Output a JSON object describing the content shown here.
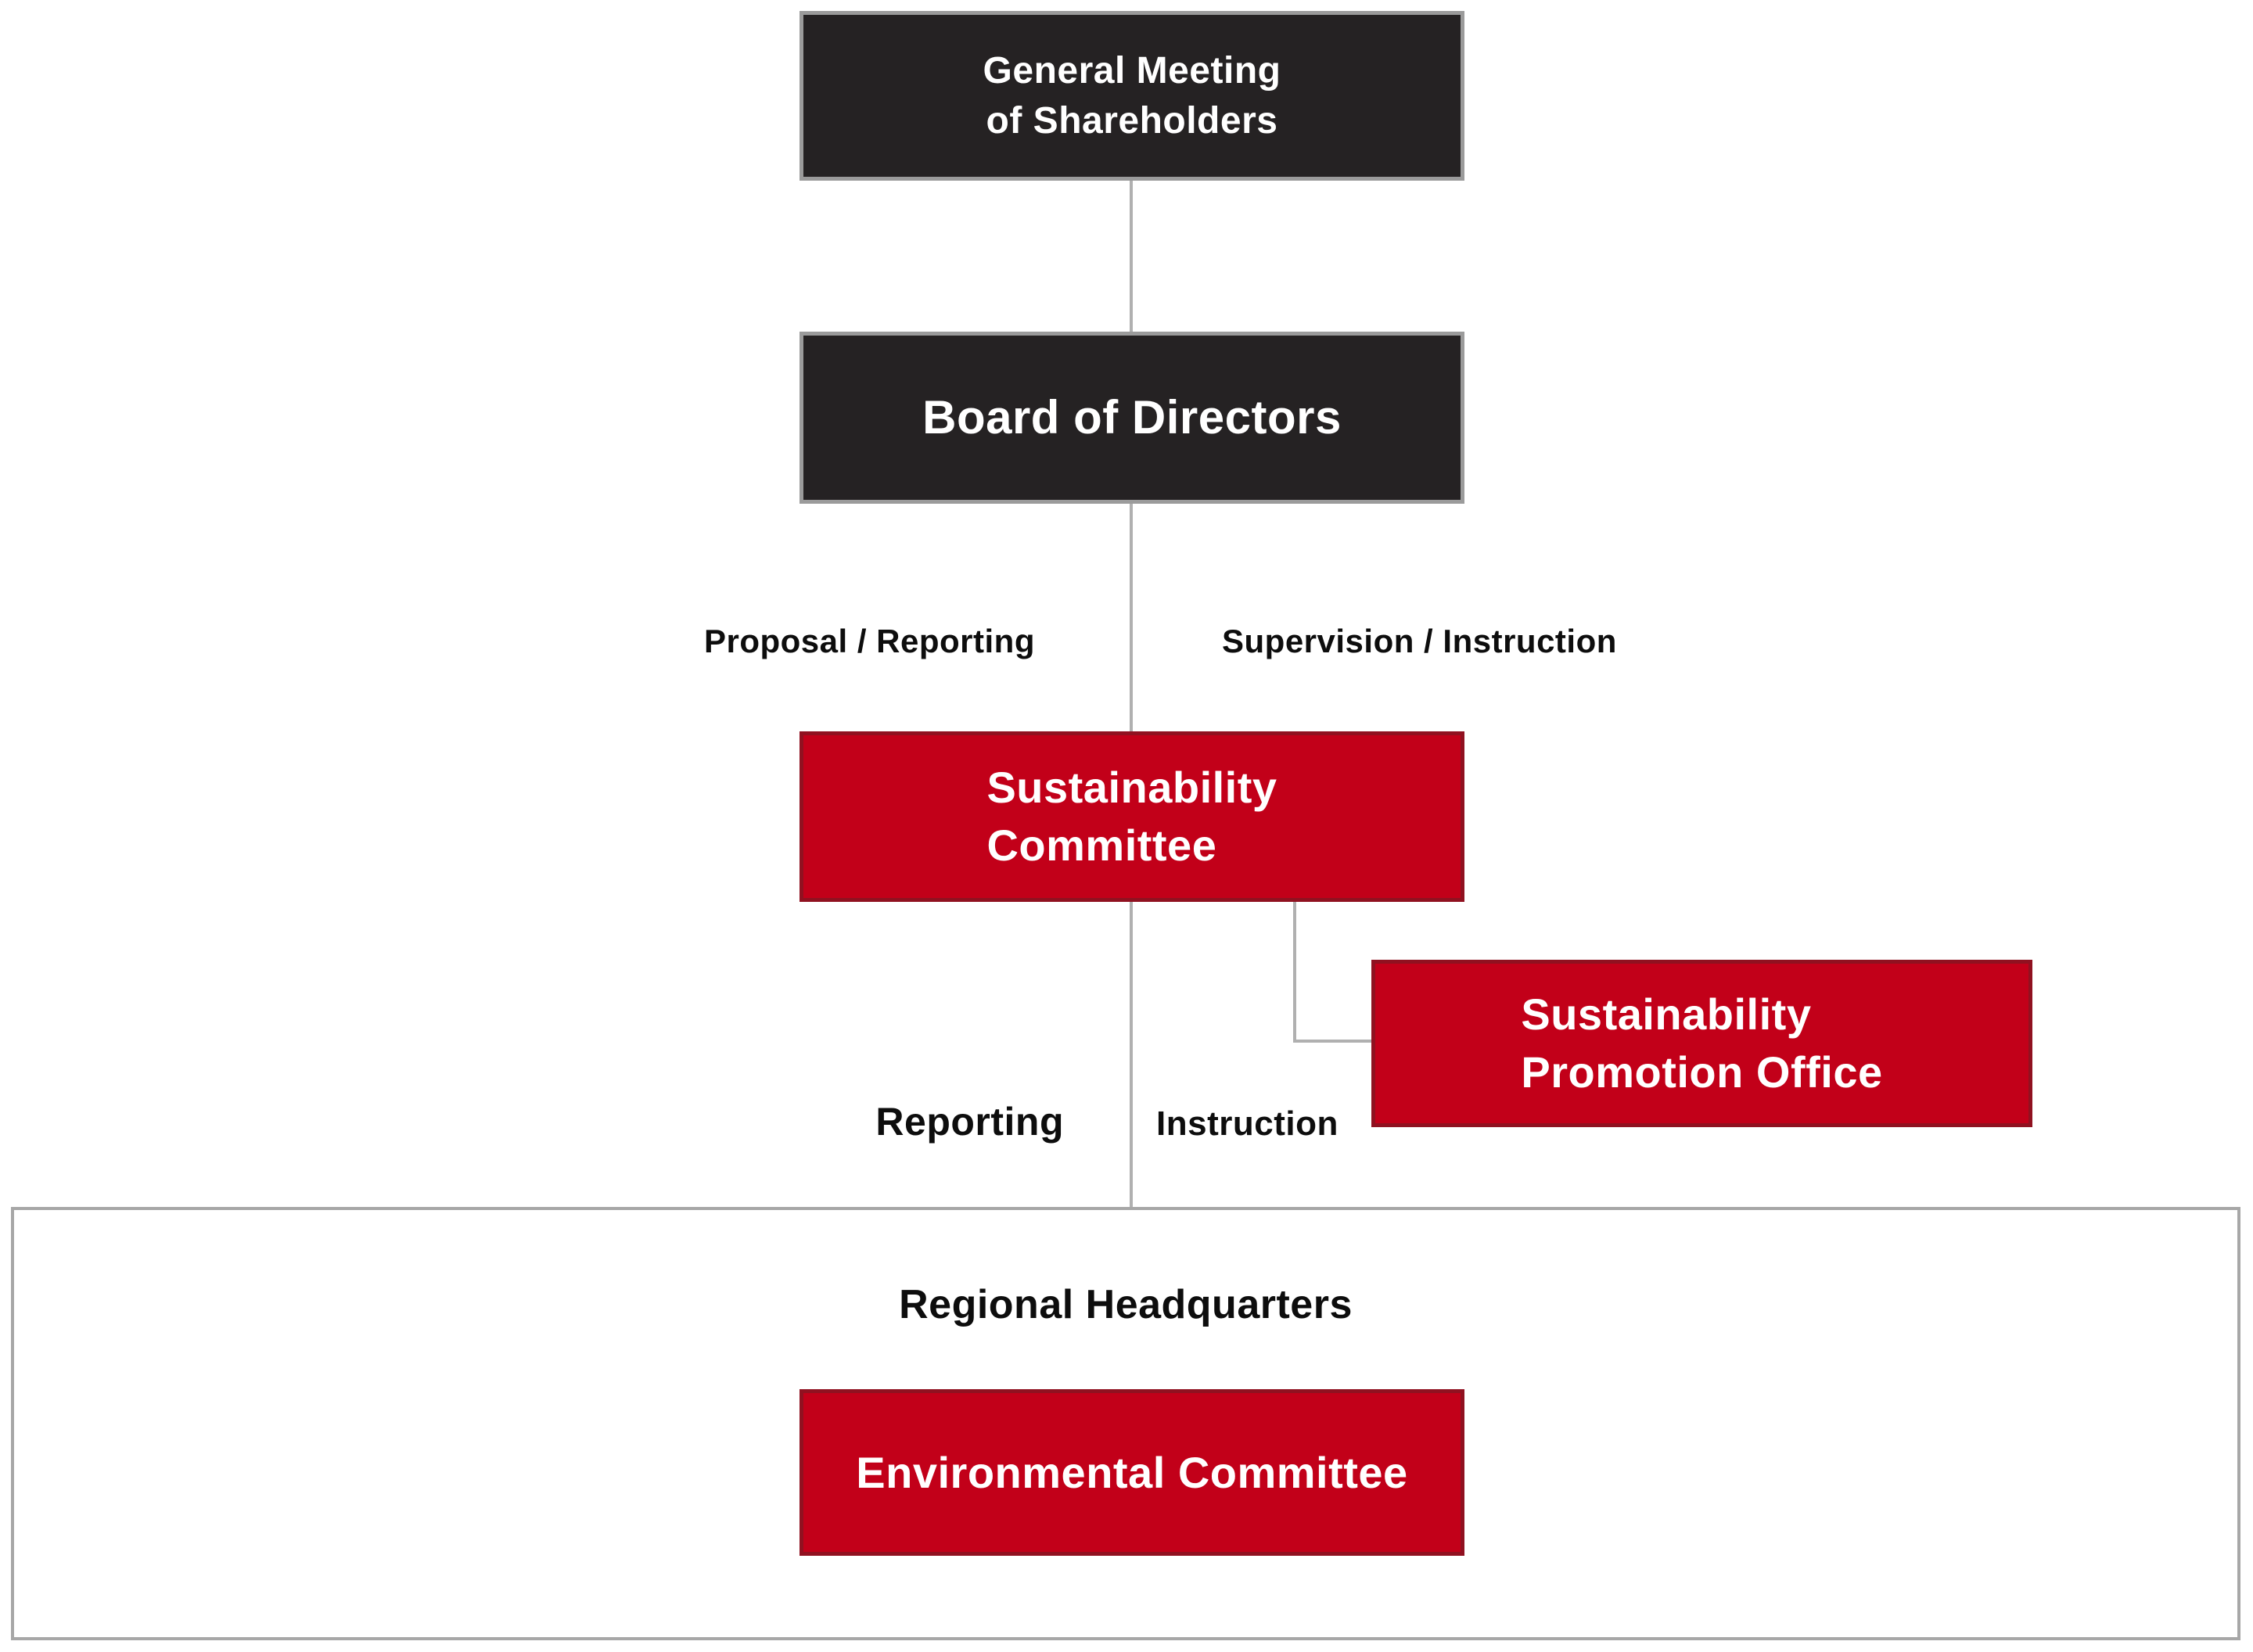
{
  "colors": {
    "box_dark": "#252223",
    "box_dark_border": "#9b9b9b",
    "box_red": "#c20019",
    "box_red_border": "#901120",
    "line": "#b0b0b0",
    "container_border": "#a7a7a7",
    "text_light": "#ffffff",
    "text_dark": "#0d0d0d",
    "page_bg": "#ffffff"
  },
  "nodes": {
    "general_meeting": {
      "line1": "General Meeting",
      "line2": "of Shareholders"
    },
    "board_of_directors": {
      "label": "Board of Directors"
    },
    "sustainability_committee": {
      "line1": "Sustainability",
      "line2": "Committee"
    },
    "sustainability_promotion_office": {
      "line1": "Sustainability",
      "line2": "Promotion Office"
    },
    "regional_headquarters": {
      "label": "Regional Headquarters"
    },
    "environmental_committee": {
      "label": "Environmental Committee"
    }
  },
  "edge_labels": {
    "proposal_reporting": "Proposal / Reporting",
    "supervision_instruction": "Supervision / Instruction",
    "reporting": "Reporting",
    "instruction": "Instruction"
  }
}
